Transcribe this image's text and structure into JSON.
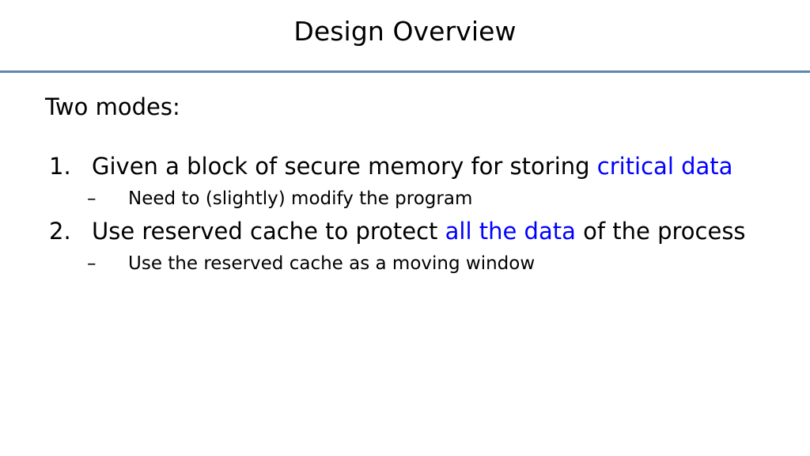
{
  "slide": {
    "title": "Design Overview",
    "divider_color": "#5b89b0",
    "highlight_color": "#0000ff",
    "text_color": "#000000",
    "background_color": "#ffffff",
    "lead_text": "Two modes:",
    "items": [
      {
        "marker": "1.",
        "text_before": "Given a block of secure memory for storing ",
        "highlight": "critical data",
        "text_after": "",
        "sub_items": [
          {
            "dash": "–",
            "text": "Need to (slightly) modify the program"
          }
        ]
      },
      {
        "marker": "2.",
        "text_before": "Use reserved cache to protect ",
        "highlight": "all the data",
        "text_after": " of the process",
        "sub_items": [
          {
            "dash": "–",
            "text": "Use the reserved cache as a moving window"
          }
        ]
      }
    ]
  }
}
